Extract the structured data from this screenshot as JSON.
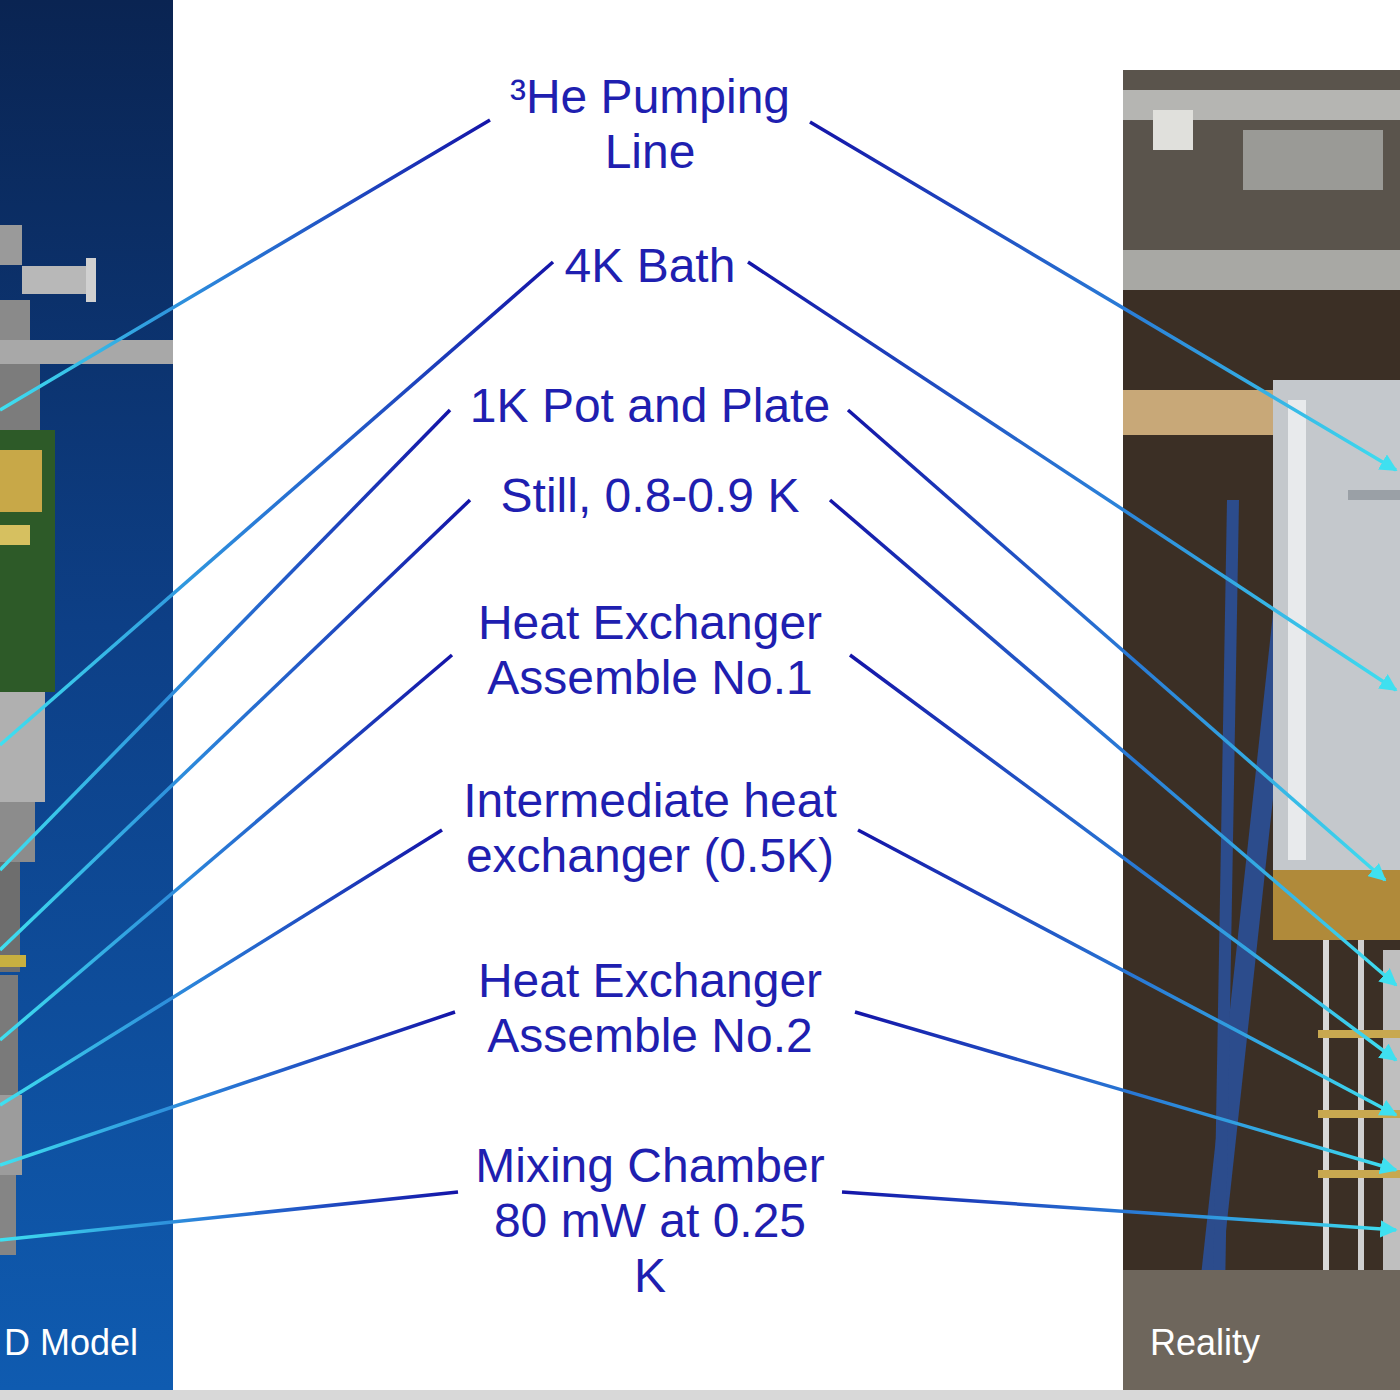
{
  "diagram": {
    "nodes": [
      {
        "text": [
          "D Model"
        ]
      },
      {
        "text": [
          "Reality"
        ]
      }
    ],
    "labels": [
      "³He Pumping Line",
      "4K Bath",
      "1K Pot and Plate",
      "Still, 0.8-0.9 K",
      "Heat Exchanger Assemble No.1",
      "Intermediate heat exchanger (0.5K)",
      "Heat Exchanger Assemble No.2",
      "Mixing Chamber 80 mW at 0.25 K"
    ]
  }
}
